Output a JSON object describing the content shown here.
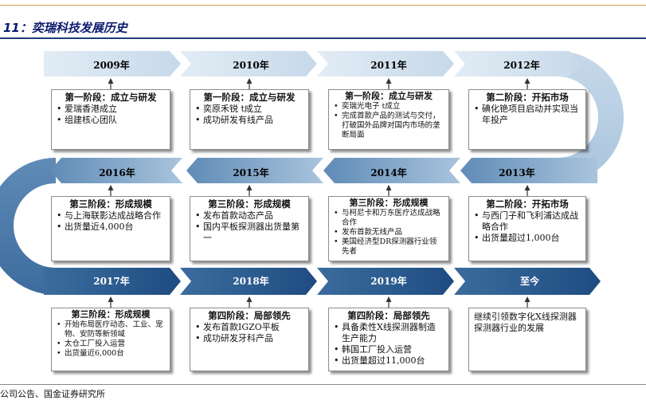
{
  "header": {
    "title": "11：奕瑞科技发展历史"
  },
  "timeline": {
    "row1": [
      {
        "year": "2009年",
        "stage": "第一阶段：成立与研发",
        "items": [
          "爱瑞香港成立",
          "组建核心团队"
        ]
      },
      {
        "year": "2010年",
        "stage": "第一阶段：成立与研发",
        "items": [
          "奕原禾锐 t成立",
          "成功研发有线产品"
        ]
      },
      {
        "year": "2011年",
        "stage": "第一阶段：成立与研发",
        "items": [
          "奕瑞光电子 t成立",
          "完成首款产品的测试与交付，打破国外品牌对国内市场的垄断局面"
        ]
      },
      {
        "year": "2012年",
        "stage": "第二阶段：开拓市场",
        "items": [
          "碘化铯项目启动并实现当年投产"
        ]
      }
    ],
    "row2": [
      {
        "year": "2016年",
        "stage": "第三阶段：形成规模",
        "items": [
          "与上海联影达成战略合作",
          "出货量近4,000台"
        ]
      },
      {
        "year": "2015年",
        "stage": "第三阶段：形成规模",
        "items": [
          "发布首款动态产品",
          "国内平板探测器出货量第一"
        ]
      },
      {
        "year": "2014年",
        "stage": "第三阶段：形成规模",
        "items": [
          "与柯尼卡和万东医疗达成战略合作",
          "发布首款无线产品",
          "美国经济型DR探测器行业领先者"
        ]
      },
      {
        "year": "2013年",
        "stage": "第二阶段：开拓市场",
        "items": [
          "与西门子和飞利浦达成战略合作",
          "出货量超过1,000台"
        ]
      }
    ],
    "row3": [
      {
        "year": "2017年",
        "stage": "第三阶段：形成规模",
        "items": [
          "开始布局医疗动态、工业、宠物、安防等新领域",
          "太仓工厂投入运营",
          "出货量近6,000台"
        ]
      },
      {
        "year": "2018年",
        "stage": "第四阶段：局部领先",
        "items": [
          "发布首款IGZO平板",
          "成功研发牙科产品"
        ]
      },
      {
        "year": "2019年",
        "stage": "第四阶段：局部领先",
        "items": [
          "具备柔性X线探测器制造生产能力",
          "韩国工厂投入运营",
          "出货量超过11,000台"
        ]
      },
      {
        "year": "至今",
        "stage": "",
        "items": [
          "继续引领数字化X线探测器探测器行业的发展"
        ]
      }
    ]
  },
  "footer": {
    "source": "公司公告、国金证券研究所"
  },
  "colors": {
    "light": "#d4e3f0",
    "mid": "#8fb0cf",
    "dark": "#2e5f94",
    "deep": "#1f4a7f"
  }
}
